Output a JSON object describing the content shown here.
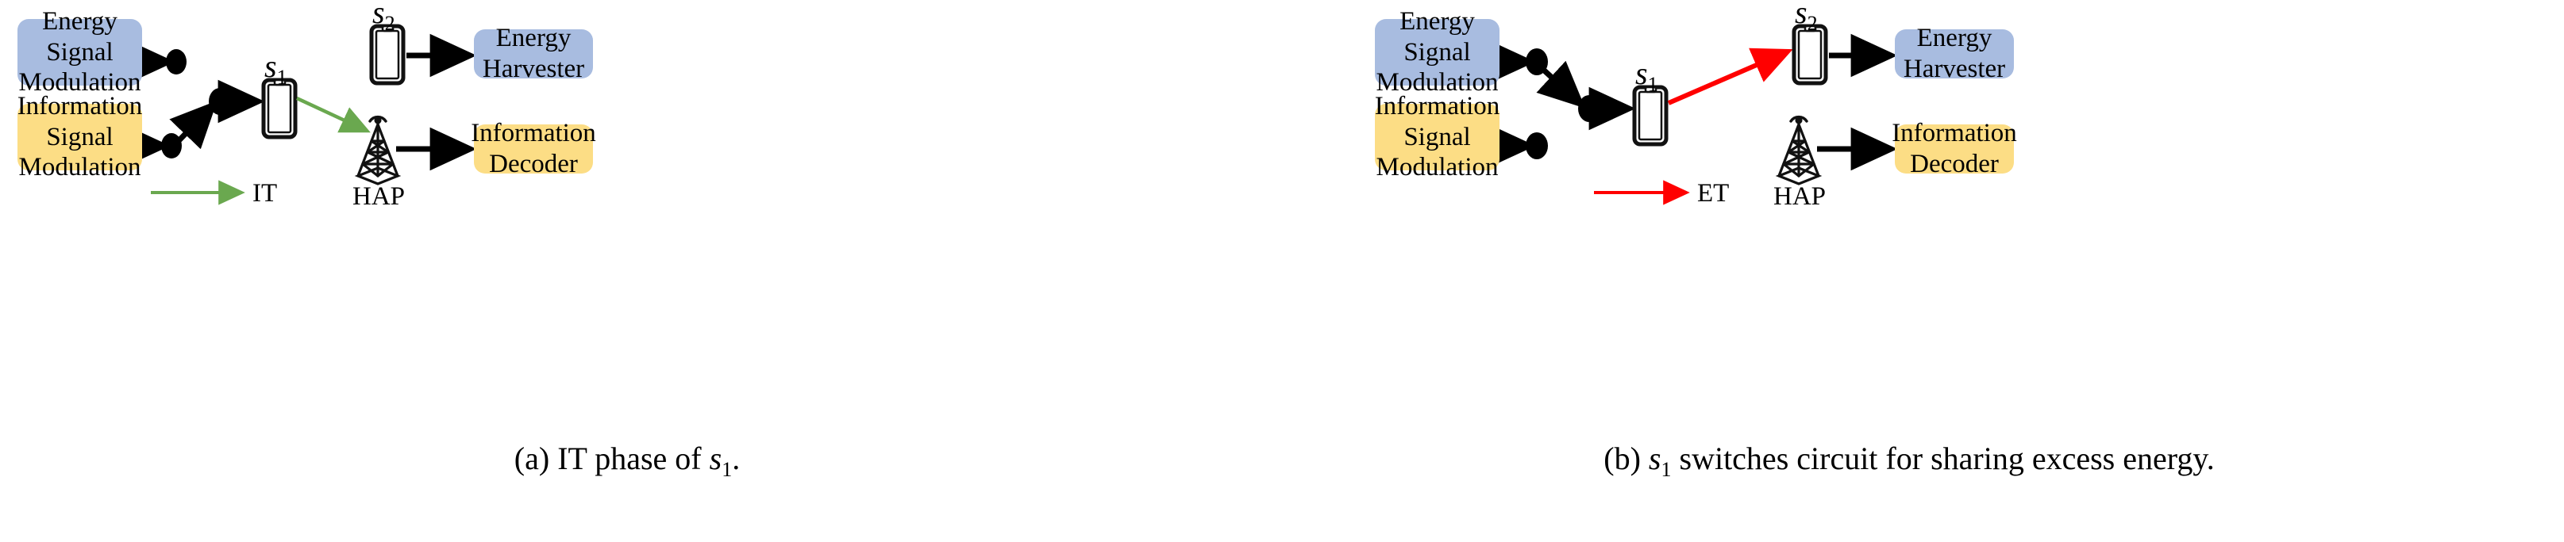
{
  "figure": {
    "type": "diagram",
    "description": "Two-panel wireless powered communication network schematic showing information transfer and energy transfer phases",
    "colors": {
      "energy_box_fill": "#a8bce0",
      "information_box_fill": "#fcdd85",
      "it_arrow": "#6aa84f",
      "et_arrow": "#ff0000",
      "line": "#000000",
      "background": "#ffffff"
    }
  },
  "panels": [
    {
      "id": "a",
      "caption_prefix": "(a)",
      "caption_text": "IT phase of",
      "caption_symbol": "s",
      "caption_symbol_sub": "1",
      "caption_suffix": ".",
      "blocks": {
        "energy_modulation": {
          "line1": "Energy",
          "line2": "Signal",
          "line3": "Modulation"
        },
        "information_modulation": {
          "line1": "Information",
          "line2": "Signal",
          "line3": "Modulation"
        },
        "energy_harvester": {
          "line1": "Energy",
          "line2": "Harvester"
        },
        "information_decoder": {
          "line1": "Information",
          "line2": "Decoder"
        }
      },
      "devices": {
        "user1": {
          "label": "s",
          "sub": "1"
        },
        "user2": {
          "label": "s",
          "sub": "2"
        },
        "hap": {
          "label": "HAP"
        }
      },
      "legend": {
        "label": "IT",
        "color": "#6aa84f"
      },
      "switch_state": "information-connected"
    },
    {
      "id": "b",
      "caption_prefix": "(b)",
      "caption_symbol": "s",
      "caption_symbol_sub": "1",
      "caption_text": "switches circuit for sharing excess energy.",
      "blocks": {
        "energy_modulation": {
          "line1": "Energy",
          "line2": "Signal",
          "line3": "Modulation"
        },
        "information_modulation": {
          "line1": "Information",
          "line2": "Signal",
          "line3": "Modulation"
        },
        "energy_harvester": {
          "line1": "Energy",
          "line2": "Harvester"
        },
        "information_decoder": {
          "line1": "Information",
          "line2": "Decoder"
        }
      },
      "devices": {
        "user1": {
          "label": "s",
          "sub": "1"
        },
        "user2": {
          "label": "s",
          "sub": "2"
        },
        "hap": {
          "label": "HAP"
        }
      },
      "legend": {
        "label": "ET",
        "color": "#ff0000"
      },
      "switch_state": "energy-connected"
    }
  ]
}
